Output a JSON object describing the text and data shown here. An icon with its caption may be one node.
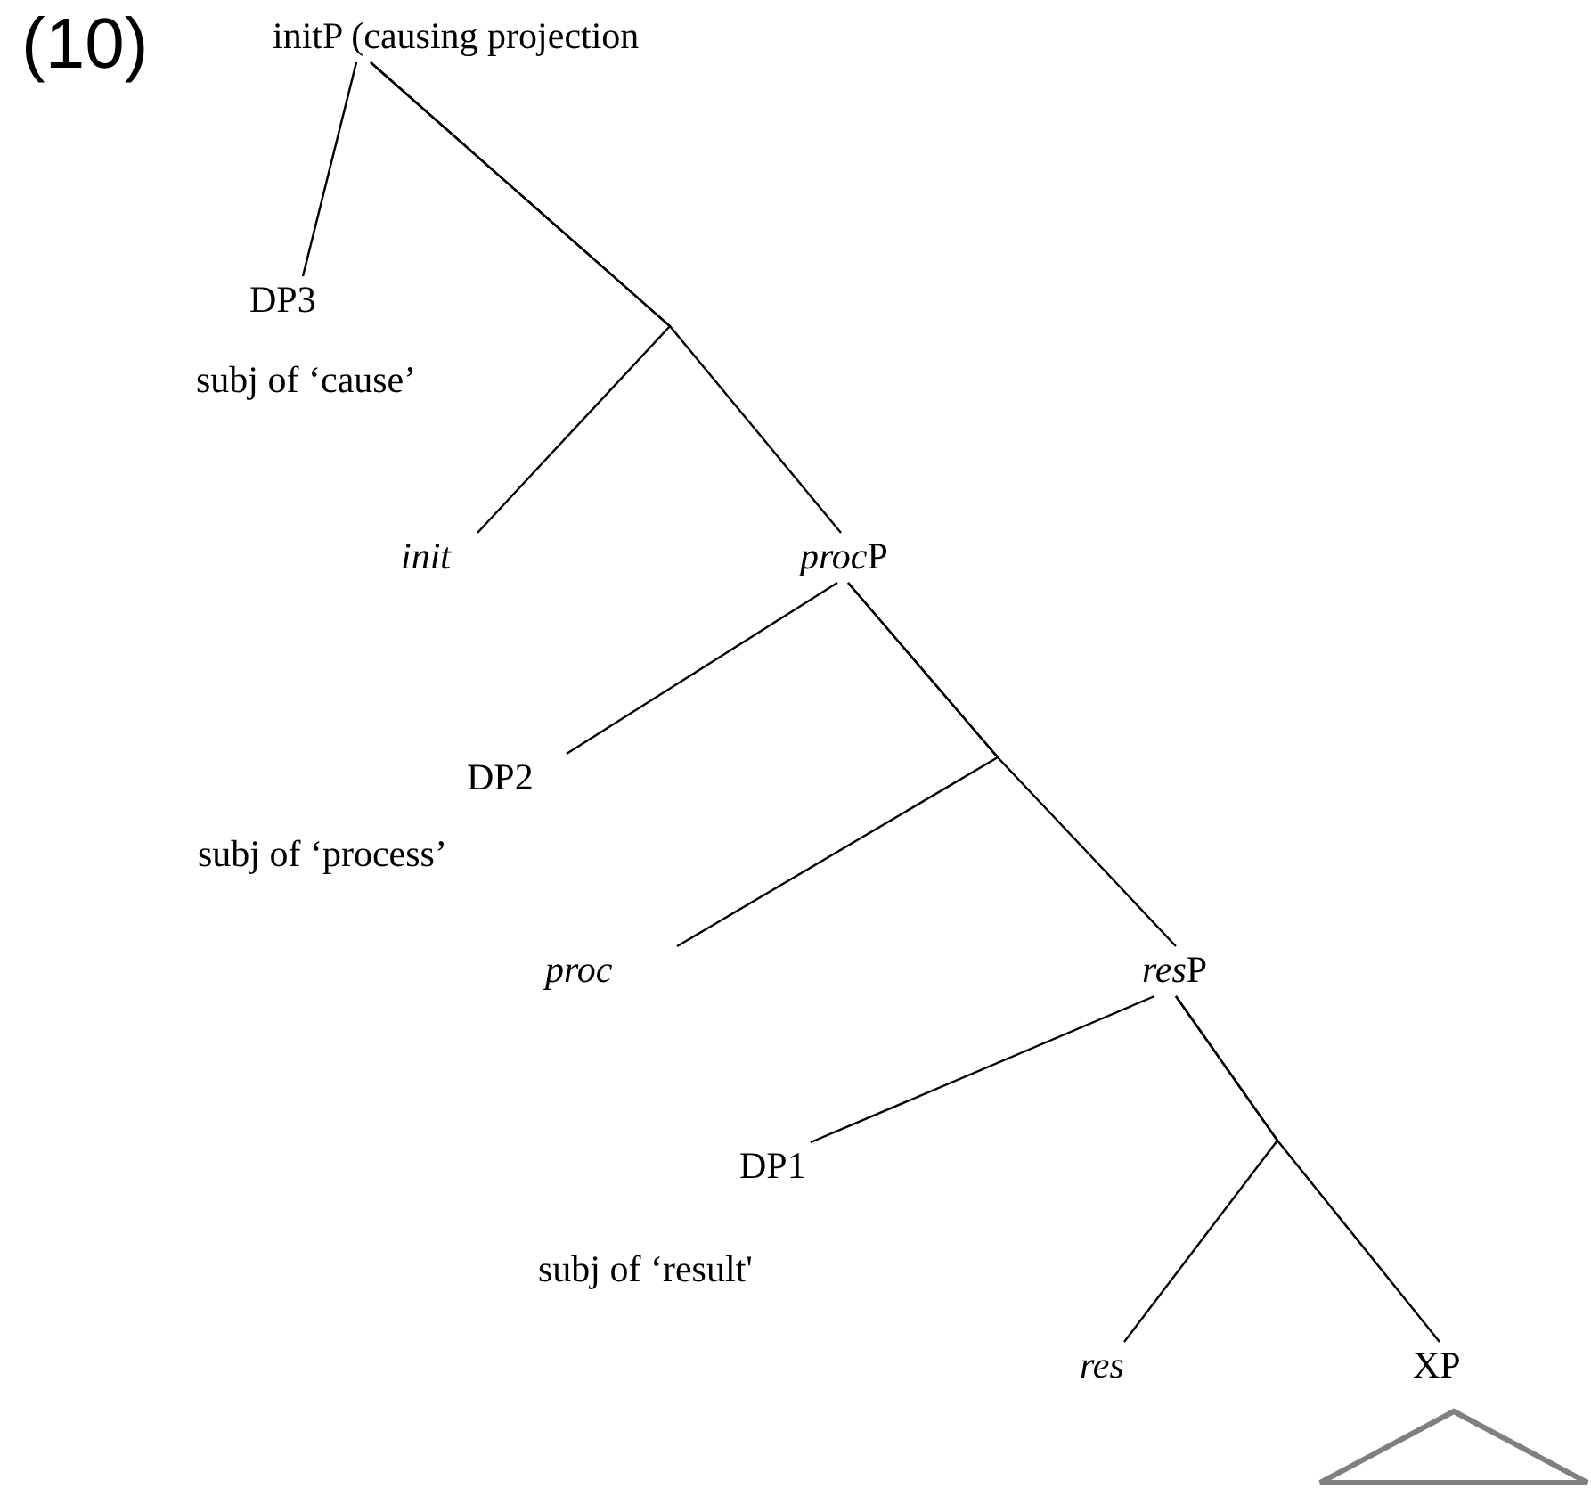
{
  "diagram": {
    "nodes": [
      {
        "text": [
          "initP (causing projection"
        ]
      },
      {
        "text": [
          "DP3"
        ],
        "beside": [
          "subj of ‘cause’"
        ]
      },
      {
        "text": [
          "init"
        ]
      },
      {
        "text": [
          "procP"
        ]
      },
      {
        "text": [
          "DP2"
        ],
        "beside": [
          "subj of ‘process’"
        ]
      },
      {
        "text": [
          "proc"
        ]
      },
      {
        "text": [
          "resP"
        ]
      },
      {
        "text": [
          "DP1"
        ],
        "beside": [
          "subj of ‘result'"
        ]
      },
      {
        "text": [
          "res"
        ]
      },
      {
        "text": [
          "XP"
        ]
      },
      {
        "text": [],
        "shape": "triangle"
      }
    ],
    "edges": [
      {
        "from": 0,
        "to": 1,
        "arrow": "none"
      },
      {
        "from": 0,
        "to": 2,
        "arrow": "none"
      },
      {
        "from": 0,
        "to": 3,
        "arrow": "none"
      },
      {
        "from": 3,
        "to": 4,
        "arrow": "none"
      },
      {
        "from": 3,
        "to": 5,
        "arrow": "none"
      },
      {
        "from": 3,
        "to": 6,
        "arrow": "none"
      },
      {
        "from": 6,
        "to": 7,
        "arrow": "none"
      },
      {
        "from": 6,
        "to": 8,
        "arrow": "none"
      },
      {
        "from": 6,
        "to": 9,
        "arrow": "none"
      }
    ],
    "labels": [
      "(10)"
    ]
  }
}
